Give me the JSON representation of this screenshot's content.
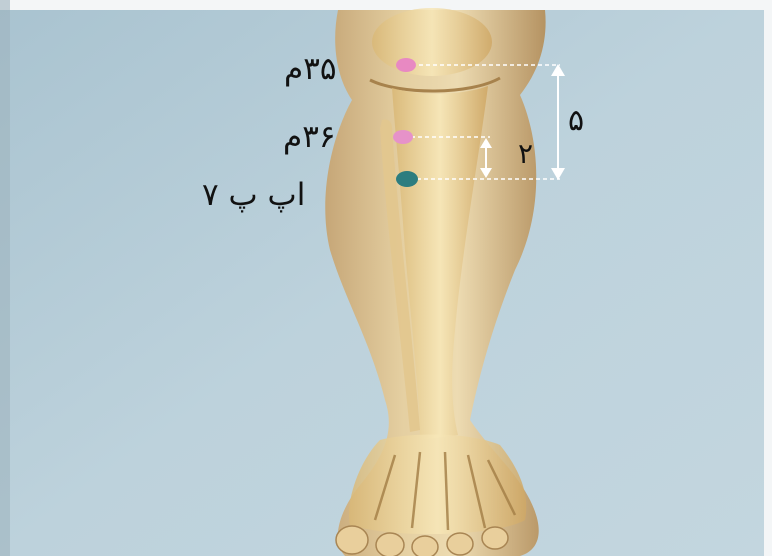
{
  "points": [
    {
      "label": "۳۵م",
      "color": "#e889c2"
    },
    {
      "label": "۳۶م",
      "color": "#e692c9"
    },
    {
      "label": "اپ پ ۷",
      "color": "#2d7d7f"
    }
  ],
  "measurements": {
    "long": "۵",
    "short": "۲"
  },
  "colors": {
    "background": "#b9cfd9",
    "guide_line": "#ffffff",
    "label_text": "#111111"
  }
}
